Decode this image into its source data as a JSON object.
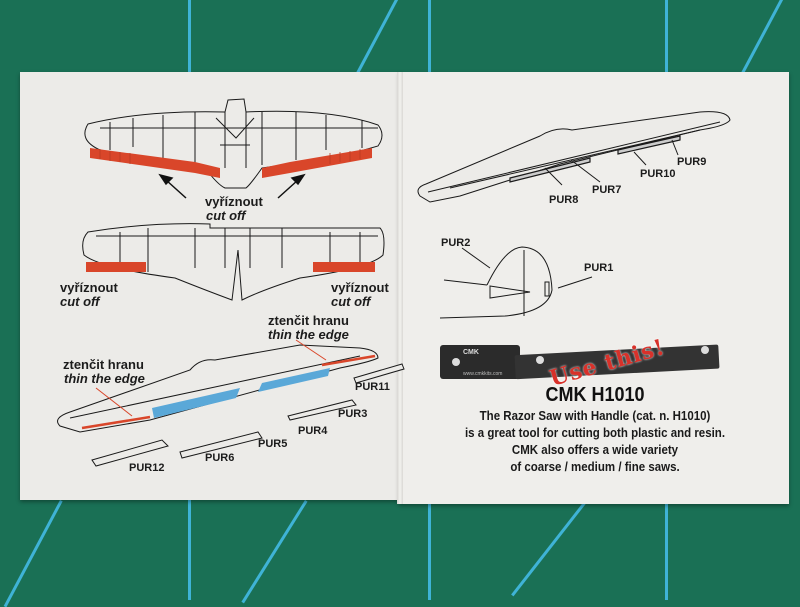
{
  "left_page": {
    "top_diagram": {
      "cut_label_cz": "vyříznout",
      "cut_label_en": "cut off"
    },
    "middle_diagram": {
      "left_cut_cz": "vyříznout",
      "left_cut_en": "cut off",
      "right_cut_cz": "vyříznout",
      "right_cut_en": "cut off"
    },
    "bottom_diagram": {
      "thin_left_cz": "ztenčit hranu",
      "thin_left_en": "thin the edge",
      "thin_right_cz": "ztenčit hranu",
      "thin_right_en": "thin the edge",
      "parts": [
        "PUR11",
        "PUR3",
        "PUR4",
        "PUR5",
        "PUR6",
        "PUR12"
      ]
    }
  },
  "right_page": {
    "wing_diagram": {
      "parts": [
        "PUR9",
        "PUR10",
        "PUR7",
        "PUR8"
      ]
    },
    "tail_diagram": {
      "parts": [
        "PUR2",
        "PUR1"
      ]
    },
    "advert": {
      "stamp": "Use this!",
      "saw_brand": "CMK",
      "saw_url": "www.cmkkits.com",
      "title": "CMK H1010",
      "lines": [
        "The Razor Saw with Handle (cat. n. H1010)",
        "is a great tool for cutting both plastic and resin.",
        "CMK also offers a wide variety",
        "of coarse / medium / fine saws."
      ]
    }
  },
  "colors": {
    "mat": "#1a7055",
    "mat_grid": "#3fb3d6",
    "paper": "#ecebe8",
    "cut_highlight": "#d9462a",
    "resin_highlight": "#5aa8d8",
    "edge_line": "#d9462a",
    "stamp": "#d8312a"
  }
}
